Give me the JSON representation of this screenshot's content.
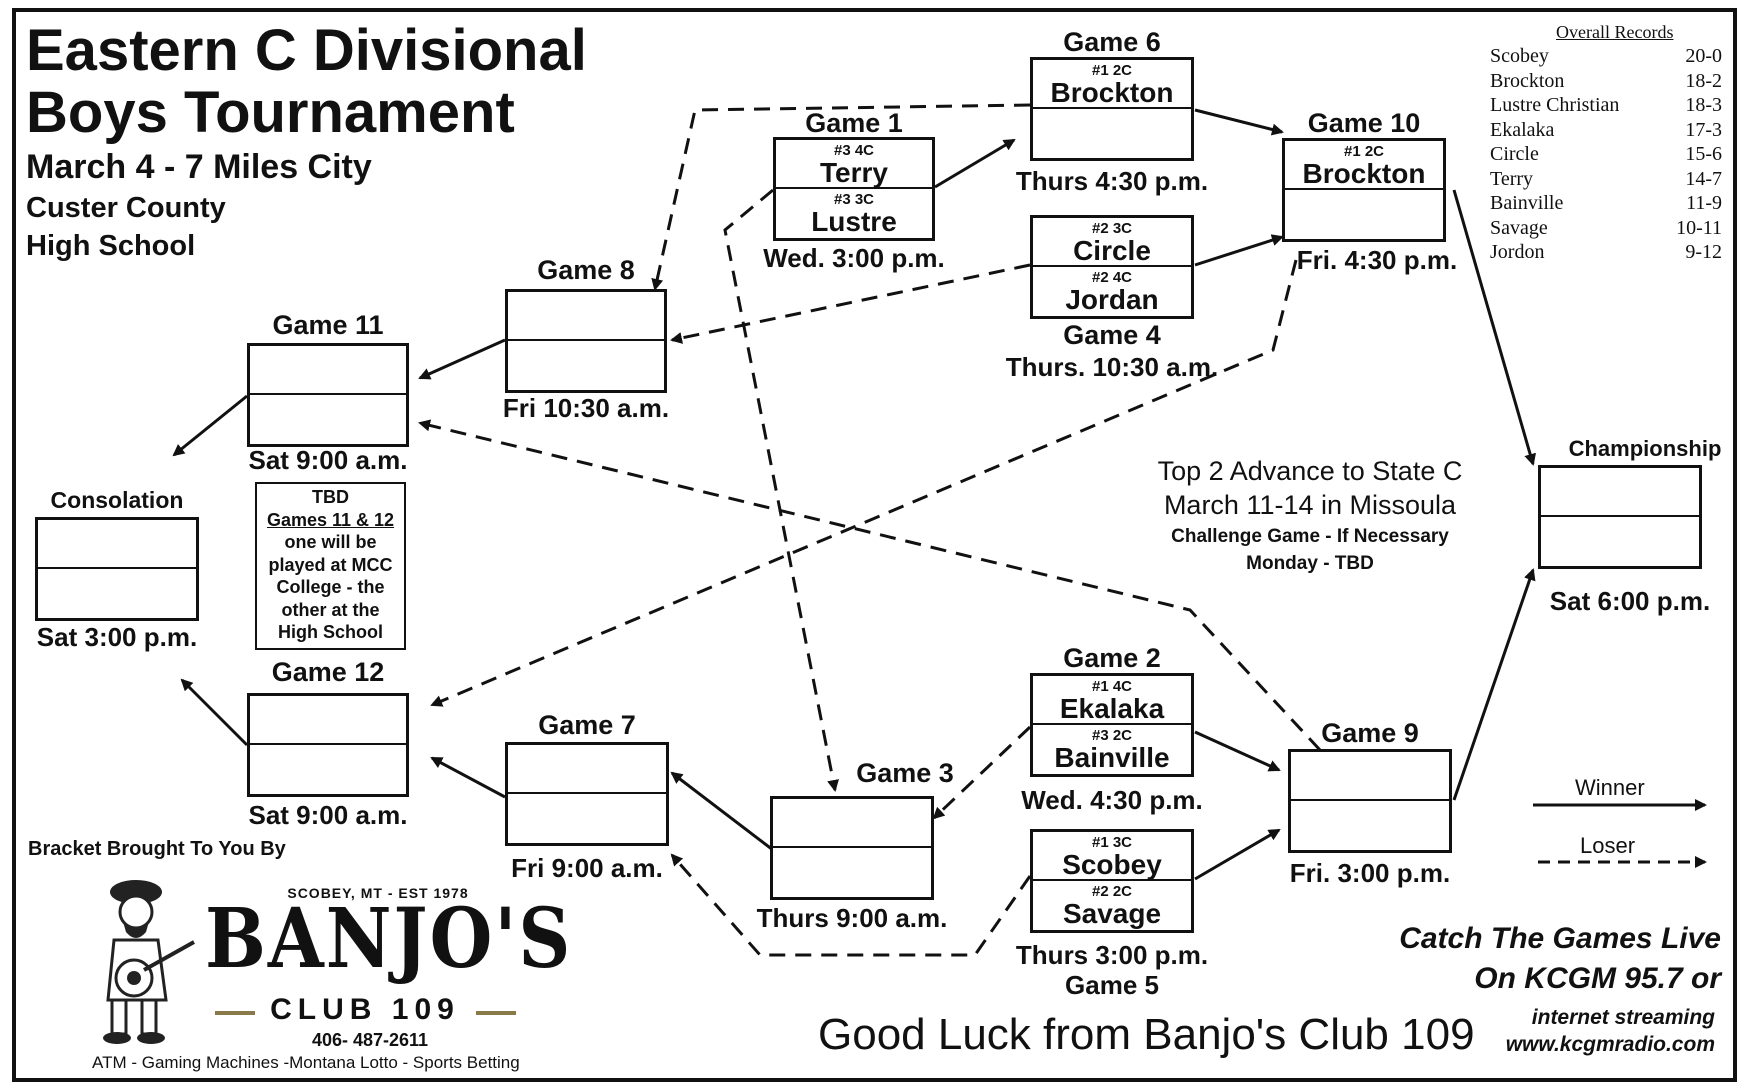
{
  "header": {
    "title_line1": "Eastern C Divisional",
    "title_line2": "Boys Tournament",
    "dates": "March 4 - 7  Miles City",
    "venue_line1": "Custer County",
    "venue_line2": "High School"
  },
  "records": {
    "title": "Overall Records",
    "rows": [
      {
        "team": "Scobey",
        "record": "20-0"
      },
      {
        "team": "Brockton",
        "record": "18-2"
      },
      {
        "team": "Lustre Christian",
        "record": "18-3"
      },
      {
        "team": "Ekalaka",
        "record": "17-3"
      },
      {
        "team": "Circle",
        "record": "15-6"
      },
      {
        "team": "Terry",
        "record": "14-7"
      },
      {
        "team": "Bainville",
        "record": "11-9"
      },
      {
        "team": "Savage",
        "record": "10-11"
      },
      {
        "team": "Jordon",
        "record": "9-12"
      }
    ]
  },
  "games": {
    "g1": {
      "label": "Game 1",
      "time": "Wed. 3:00 p.m.",
      "top_seed": "#3 4C",
      "top_team": "Terry",
      "bot_seed": "#3 3C",
      "bot_team": "Lustre"
    },
    "g2": {
      "label": "Game 2",
      "time": "Wed. 4:30 p.m.",
      "top_seed": "#1 4C",
      "top_team": "Ekalaka",
      "bot_seed": "#3 2C",
      "bot_team": "Bainville"
    },
    "g3": {
      "label": "Game 3",
      "time": "Thurs 9:00 a.m."
    },
    "g4": {
      "label": "Game 4",
      "time": "Thurs. 10:30 a.m.",
      "top_seed": "#2 3C",
      "top_team": "Circle",
      "bot_seed": "#2 4C",
      "bot_team": "Jordan"
    },
    "g5": {
      "label": "Game 5",
      "time": "Thurs 3:00 p.m.",
      "top_seed": "#1 3C",
      "top_team": "Scobey",
      "bot_seed": "#2 2C",
      "bot_team": "Savage"
    },
    "g6": {
      "label": "Game 6",
      "time": "Thurs 4:30 p.m.",
      "top_seed": "#1 2C",
      "top_team": "Brockton"
    },
    "g7": {
      "label": "Game 7",
      "time": "Fri 9:00 a.m."
    },
    "g8": {
      "label": "Game 8",
      "time": "Fri 10:30 a.m."
    },
    "g9": {
      "label": "Game 9",
      "time": "Fri. 3:00 p.m."
    },
    "g10": {
      "label": "Game 10",
      "time": "Fri. 4:30 p.m.",
      "top_seed": "#1 2C",
      "top_team": "Brockton"
    },
    "g11": {
      "label": "Game 11",
      "time": "Sat 9:00 a.m."
    },
    "g12": {
      "label": "Game 12",
      "time": "Sat 9:00 a.m."
    },
    "consolation": {
      "label": "Consolation",
      "time": "Sat 3:00 p.m."
    },
    "championship": {
      "label": "Championship",
      "time": "Sat 6:00 p.m."
    }
  },
  "tbd_note": {
    "line1": "TBD",
    "line2": "Games 11 & 12",
    "line3": "one will be",
    "line4": "played at MCC",
    "line5": "College - the",
    "line6": "other at the",
    "line7": "High School"
  },
  "advance": {
    "line1": "Top 2 Advance to State C",
    "line2": "March 11-14 in Missoula",
    "line3": "Challenge Game - If Necessary",
    "line4": "Monday - TBD"
  },
  "legend": {
    "winner": "Winner",
    "loser": "Loser"
  },
  "sponsor": {
    "brought_by": "Bracket Brought To You By",
    "tagline": "SCOBEY, MT - EST 1978",
    "name": "BANJO'S",
    "club": "CLUB 109",
    "phone": "406- 487-2611",
    "services": "ATM - Gaming Machines -Montana Lotto -  Sports Betting",
    "good_luck": "Good Luck from Banjo's Club 109"
  },
  "radio": {
    "line1": "Catch The Games Live",
    "line2": "On KCGM 95.7 or",
    "line3": "internet streaming",
    "line4": "www.kcgmradio.com"
  },
  "colors": {
    "ink": "#111111",
    "accent_bar": "#8a7a4a"
  }
}
